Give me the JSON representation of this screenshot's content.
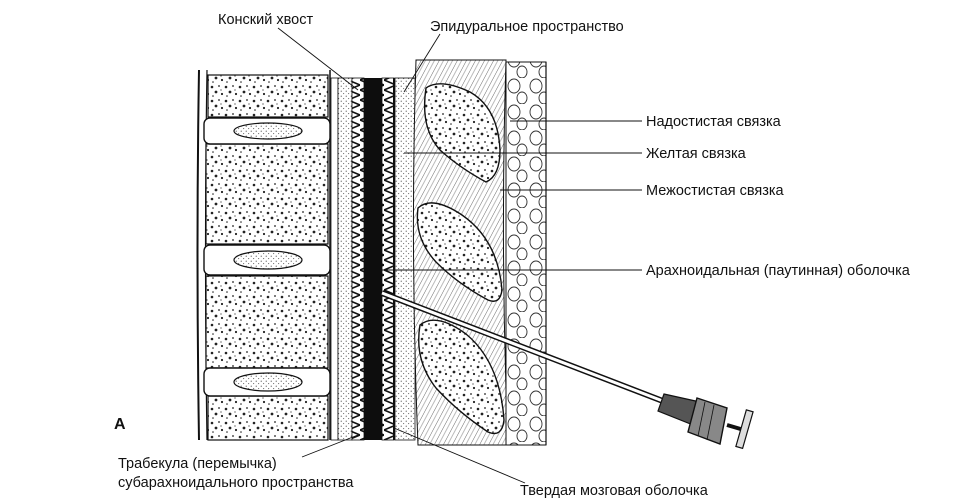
{
  "figure": {
    "panel_letter": "A",
    "labels": {
      "cauda_equina": "Конский хвост",
      "epidural_space": "Эпидуральное пространство",
      "supraspinous_ligament": "Надостистая связка",
      "ligamentum_flavum": "Желтая связка",
      "interspinous_ligament": "Межостистая связка",
      "arachnoid": "Арахноидальная (паутинная) оболочка",
      "trabecula_line1": "Трабекула (перемычка)",
      "trabecula_line2": "субарахноидального пространства",
      "dura_mater": "Твердая мозговая оболочка"
    }
  }
}
